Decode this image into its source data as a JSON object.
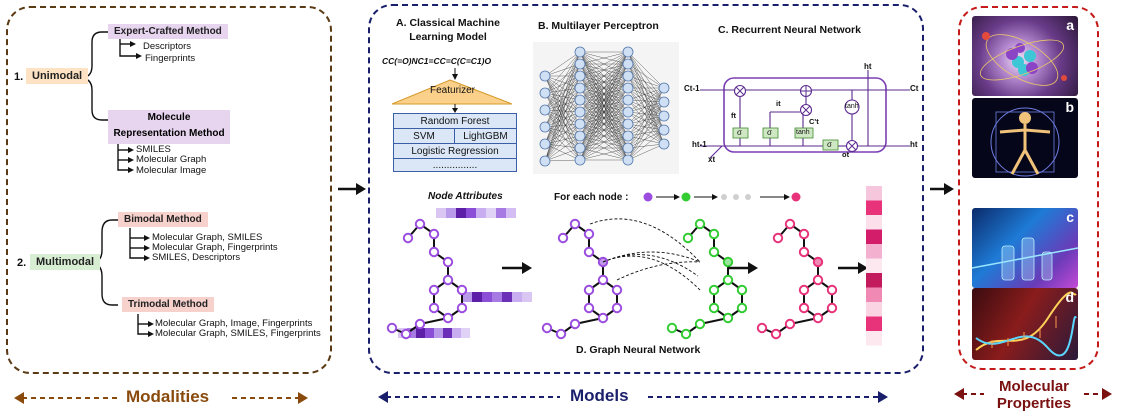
{
  "modalities": {
    "unimodal_num": "1.",
    "unimodal_label": "Unimodal",
    "expert_label": "Expert-Crafted Method",
    "expert_items": [
      "Descriptors",
      "Fingerprints"
    ],
    "molrep_label_1": "Molecule",
    "molrep_label_2": "Representation Method",
    "molrep_items": [
      "SMILES",
      "Molecular Graph",
      "Molecular Image"
    ],
    "multimodal_num": "2.",
    "multimodal_label": "Multimodal",
    "bimodal_label": "Bimodal Method",
    "bimodal_items": [
      "Molecular Graph, SMILES",
      "Molecular Graph, Fingerprints",
      "SMILES, Descriptors"
    ],
    "trimodal_label": "Trimodal Method",
    "trimodal_items": [
      "Molecular Graph, Image, Fingerprints",
      "Molecular Graph, SMILES, Fingerprints"
    ],
    "footer": "Modalities"
  },
  "models": {
    "a_title_1": "A. Classical Machine",
    "a_title_2": "Learning Model",
    "smiles": "CC(=O)NC1=CC=C(C=C1)O",
    "featurizer": "Featurizer",
    "ml_rows": [
      "Random Forest",
      "SVM",
      "LightGBM",
      "Logistic Regression",
      "................"
    ],
    "b_title": "B. Multilayer Perceptron",
    "c_title": "C. Recurrent Neural Network",
    "rnn_labels": {
      "c_prev": "Ct-1",
      "c_t": "Ct",
      "h_prev": "ht-1",
      "h_t": "ht",
      "h_top": "ht",
      "x_t": "xt",
      "f_t": "ft",
      "i_t": "it",
      "c_tilde": "C't",
      "o_t": "ot",
      "sigma": "σ",
      "tanh": "tanh"
    },
    "node_attr": "Node Attributes",
    "for_each_node": "For each node :",
    "d_title": "D. Graph Neural Network",
    "footer": "Models"
  },
  "properties": {
    "letters": [
      "a",
      "b",
      "c",
      "d"
    ],
    "footer_1": "Molecular",
    "footer_2": "Properties"
  },
  "colors": {
    "modal_border": "#5a3a14",
    "models_border": "#1a1f6b",
    "props_border": "#c41a1a",
    "purple": "#9b4de0",
    "green": "#33cc33",
    "pink": "#e8337a"
  }
}
